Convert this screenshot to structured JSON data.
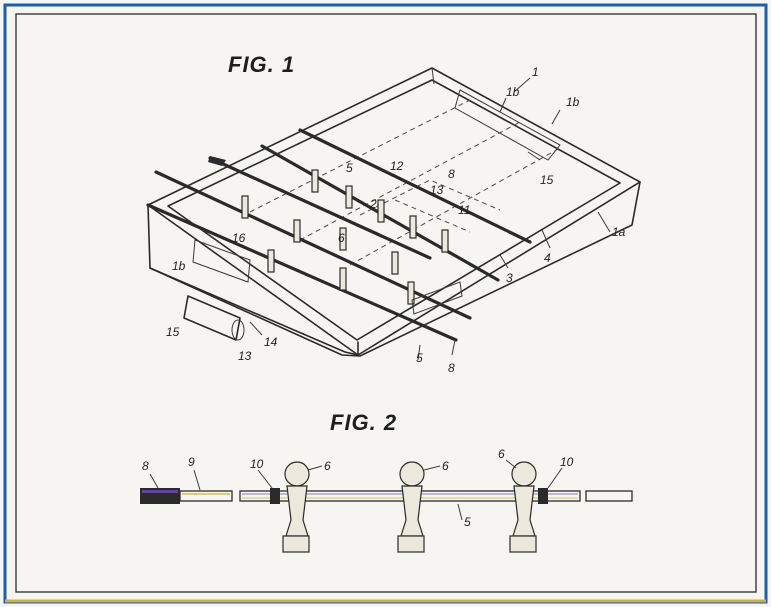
{
  "figures": {
    "fig1": {
      "title": "FIG. 1"
    },
    "fig2": {
      "title": "FIG. 2"
    }
  },
  "labels_fig1": [
    "1",
    "1b",
    "1b",
    "5",
    "12",
    "8",
    "2",
    "13",
    "11",
    "15",
    "1a",
    "4",
    "3",
    "6",
    "16",
    "1b",
    "15",
    "13",
    "14",
    "5",
    "8"
  ],
  "labels_fig2": [
    "8",
    "9",
    "10",
    "6",
    "6",
    "6",
    "10",
    "5"
  ],
  "colors": {
    "frame": "#1f5fa8",
    "frame_bottom": "#c9b23a",
    "ink": "#2a2a2a",
    "paper": "#f6f5f1",
    "handle": "#6b3fa0"
  }
}
